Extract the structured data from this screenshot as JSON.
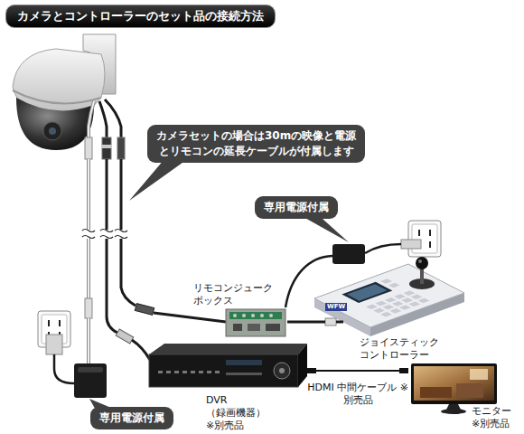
{
  "diagram": {
    "title": "カメラとコントローラーのセット品の接続方法",
    "nodes": [
      {
        "text": [
          "カメラセットの場合は30mの映像と電源 とリモコンの延長ケーブルが付属します"
        ]
      },
      {
        "text": [
          "専用電源付属"
        ]
      },
      {
        "text": [
          "リモコンジューク ボックス"
        ]
      },
      {
        "text": [
          "ジョイスティック コントローラー"
        ]
      },
      {
        "text": [
          "DVR（録画機器） ※別売品"
        ]
      },
      {
        "text": [
          "モニター ※別売品"
        ]
      },
      {
        "text": [
          "専用電源付属"
        ]
      }
    ],
    "edges": [
      {
        "from": 2,
        "to": 3,
        "arrow": "none"
      },
      {
        "from": 4,
        "to": 5,
        "arrow": "none",
        "label": "HDMI 中間ケーブル ※別売品"
      }
    ],
    "labels": [
      "WFW"
    ]
  }
}
